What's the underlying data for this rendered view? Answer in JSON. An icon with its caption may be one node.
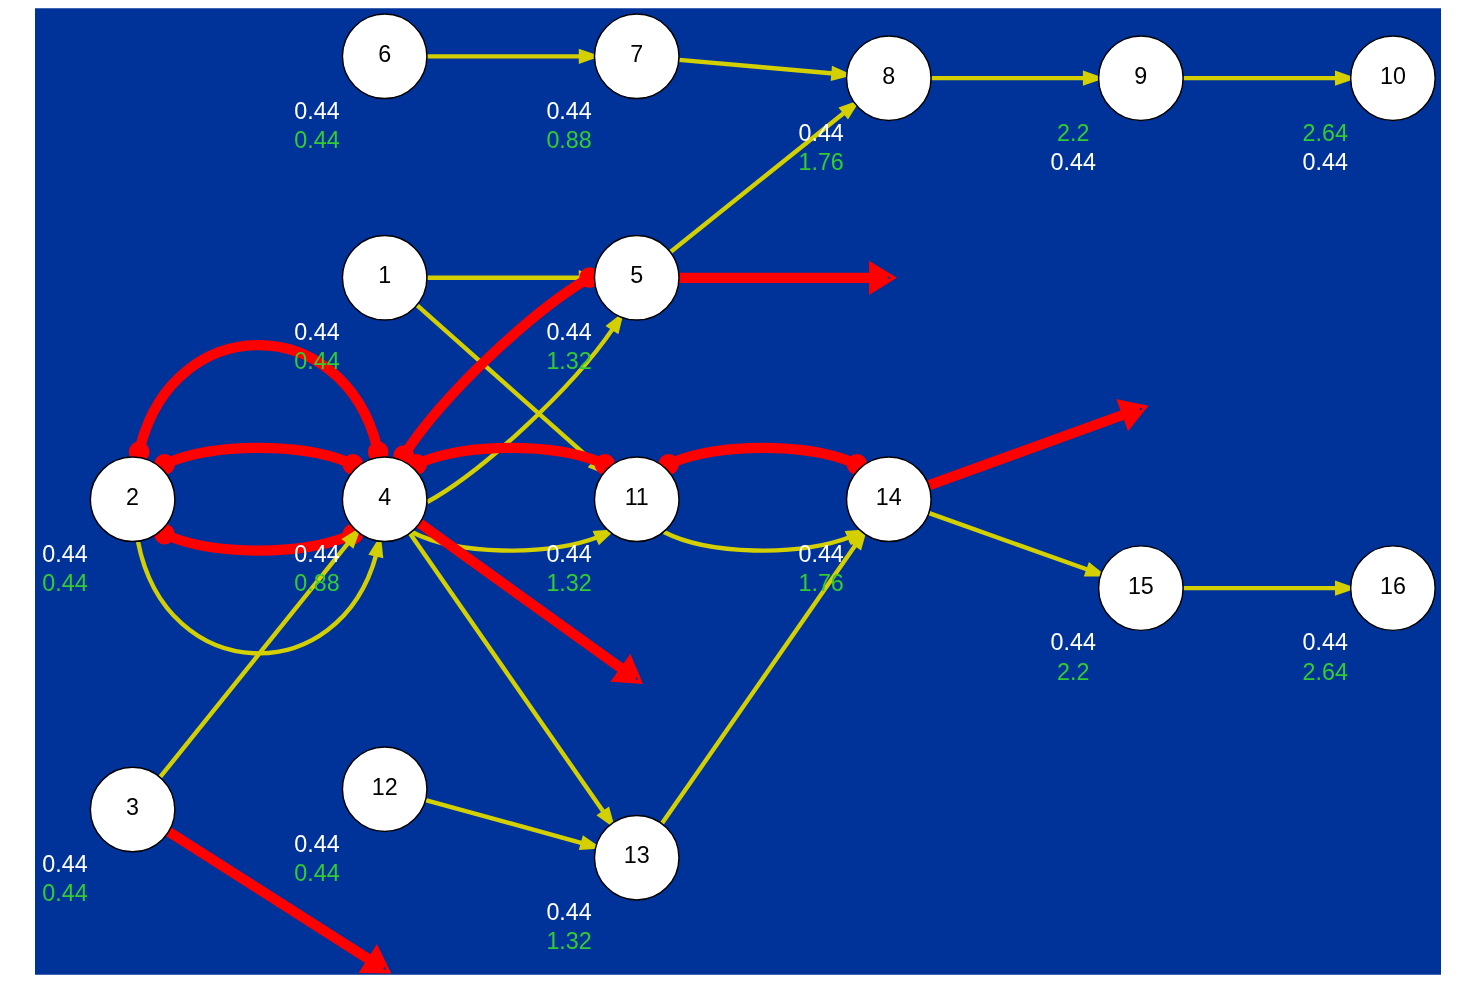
{
  "diagram": {
    "nodes": [
      {
        "text": [
          "6"
        ],
        "beside": [
          "0.44",
          "0.44"
        ]
      },
      {
        "text": [
          "7"
        ],
        "beside": [
          "0.44",
          "0.88"
        ]
      },
      {
        "text": [
          "1"
        ],
        "beside": [
          "0.44",
          "0.44"
        ]
      },
      {
        "text": [
          "5"
        ],
        "beside": [
          "0.44",
          "1.32"
        ]
      },
      {
        "text": [
          "8"
        ],
        "beside": [
          "0.44",
          "1.76"
        ]
      },
      {
        "text": [
          "9"
        ],
        "beside": [
          "2.2",
          "0.44"
        ]
      },
      {
        "text": [
          "10"
        ],
        "beside": [
          "2.64",
          "0.44"
        ]
      },
      {
        "text": [
          "2"
        ],
        "beside": [
          "0.44",
          "0.44"
        ]
      },
      {
        "text": [
          "11"
        ],
        "beside": [
          "0.44",
          "1.32"
        ]
      },
      {
        "text": [
          "3"
        ],
        "beside": [
          "0.44",
          "0.44"
        ]
      },
      {
        "text": [
          "4"
        ],
        "beside": [
          "0.44",
          "0.88"
        ]
      },
      {
        "text": [
          "13"
        ],
        "beside": [
          "0.44",
          "1.32"
        ]
      },
      {
        "text": [
          "14"
        ],
        "beside": [
          "0.44",
          "1.76"
        ]
      },
      {
        "text": [
          "15"
        ],
        "beside": [
          "0.44",
          "2.2"
        ]
      },
      {
        "text": [
          "16"
        ],
        "beside": [
          "0.44",
          "2.64"
        ]
      },
      {
        "text": [
          "12"
        ],
        "beside": [
          "0.44",
          "0.44"
        ]
      }
    ],
    "edges": [
      {
        "from": 0,
        "to": 1,
        "arrow": "to"
      },
      {
        "from": 1,
        "to": 4,
        "arrow": "to"
      },
      {
        "from": 2,
        "to": 3,
        "arrow": "to"
      },
      {
        "from": 2,
        "to": 8,
        "arrow": "to"
      },
      {
        "from": 3,
        "to": 4,
        "arrow": "to"
      },
      {
        "from": 4,
        "to": 5,
        "arrow": "to"
      },
      {
        "from": 5,
        "to": 6,
        "arrow": "to"
      },
      {
        "from": 7,
        "to": 10,
        "arrow": "to"
      },
      {
        "from": 9,
        "to": 10,
        "arrow": "to"
      },
      {
        "from": 10,
        "to": 11,
        "arrow": "to"
      },
      {
        "from": 10,
        "to": 3,
        "arrow": "to"
      },
      {
        "from": 10,
        "to": 8,
        "arrow": "to"
      },
      {
        "from": 8,
        "to": 12,
        "arrow": "to"
      },
      {
        "from": 11,
        "to": 12,
        "arrow": "to"
      },
      {
        "from": 12,
        "to": 13,
        "arrow": "to"
      },
      {
        "from": 13,
        "to": 14,
        "arrow": "to"
      },
      {
        "from": 15,
        "to": 11,
        "arrow": "to"
      },
      {
        "from": 7,
        "to": 10,
        "arrow": "other",
        "style": "thick",
        "color": "#ff0000"
      },
      {
        "from": 10,
        "to": 8,
        "arrow": "other",
        "style": "thick",
        "color": "#ff0000"
      },
      {
        "from": 8,
        "to": 12,
        "arrow": "other",
        "style": "thick",
        "color": "#ff0000"
      },
      {
        "from": 12,
        "to": null,
        "arrow": "to",
        "style": "thick",
        "color": "#ff0000"
      },
      {
        "from": 7,
        "to": 10,
        "arrow": "other",
        "style": "thick",
        "color": "#ff0000"
      },
      {
        "from": 10,
        "to": 3,
        "arrow": "other",
        "style": "thick",
        "color": "#ff0000"
      },
      {
        "from": 3,
        "to": null,
        "arrow": "to",
        "style": "thick",
        "color": "#ff0000"
      },
      {
        "from": 7,
        "to": 10,
        "arrow": "other",
        "style": "thick",
        "color": "#ff0000"
      },
      {
        "from": 10,
        "to": null,
        "arrow": "to",
        "style": "thick",
        "color": "#ff0000"
      },
      {
        "from": 9,
        "to": null,
        "arrow": "to",
        "style": "thick",
        "color": "#ff0000"
      }
    ]
  }
}
